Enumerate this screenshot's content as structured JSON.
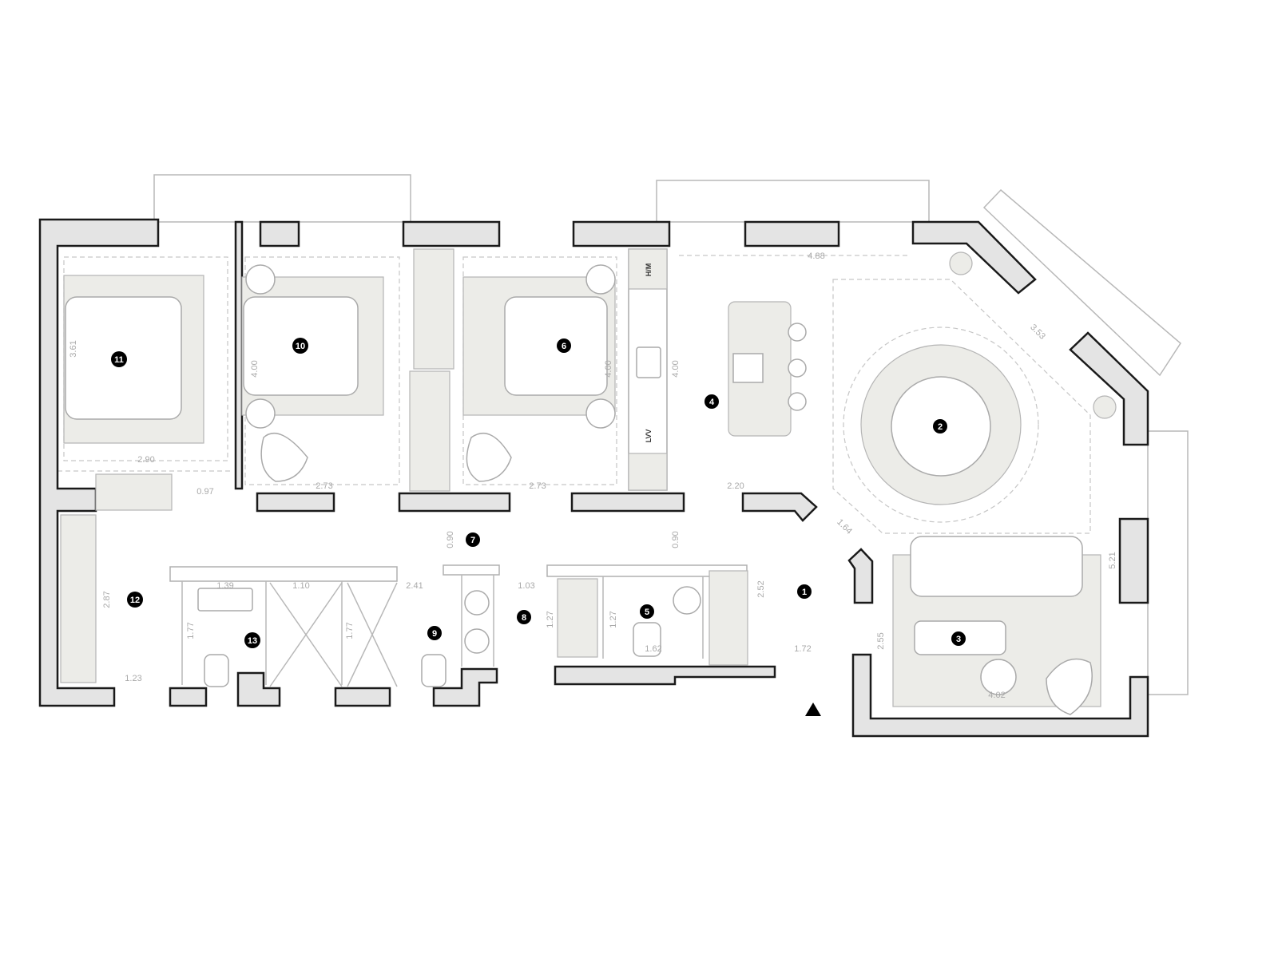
{
  "plan": {
    "rooms": [
      {
        "number": "1"
      },
      {
        "number": "2"
      },
      {
        "number": "3"
      },
      {
        "number": "4"
      },
      {
        "number": "5"
      },
      {
        "number": "6"
      },
      {
        "number": "7"
      },
      {
        "number": "8"
      },
      {
        "number": "9"
      },
      {
        "number": "10"
      },
      {
        "number": "11"
      },
      {
        "number": "12"
      },
      {
        "number": "13"
      }
    ],
    "dimensions": {
      "d11_depth": "3.61",
      "d11_width": "2.90",
      "d10_depth": "4.00",
      "d6_depth": "4.00",
      "d4_depth": "4.00",
      "closet": "0.97",
      "d10_width": "2.73",
      "d6_width": "2.73",
      "d4_width": "2.20",
      "d_top": "4.88",
      "d_bay": "3.53",
      "d_angle": "1.64",
      "d_right": "5.21",
      "d3_depth": "2.55",
      "d3_width": "4.02",
      "d1_depth": "2.52",
      "d1_width": "1.72",
      "corr_a": "0.90",
      "corr_b": "0.90",
      "d13_a": "1.39",
      "d13_b": "1.10",
      "d9_width": "2.41",
      "d8_width": "1.03",
      "d8_depth": "1.27",
      "d5_depth": "1.27",
      "d5_width": "1.62",
      "d13_depth": "1.77",
      "d_shower": "1.77",
      "d12_depth": "2.87",
      "d12_width": "1.23"
    },
    "appliances": {
      "hm": "H/M",
      "lvv": "LVV"
    }
  }
}
